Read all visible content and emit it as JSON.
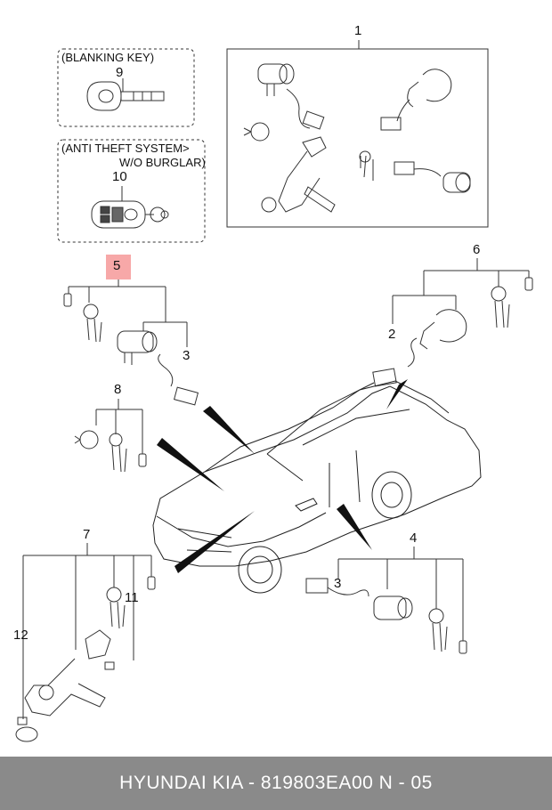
{
  "boxes": {
    "blanking": {
      "title": "(BLANKING KEY)",
      "number": "9"
    },
    "antitheft": {
      "title_line1": "(ANTI THEFT SYSTEM>",
      "title_line2": "W/O BURGLAR)",
      "number": "10"
    }
  },
  "callouts": {
    "c1": "1",
    "c2": "2",
    "c3a": "3",
    "c3b": "3",
    "c4": "4",
    "c5": "5",
    "c6": "6",
    "c7": "7",
    "c8": "8",
    "c11": "11",
    "c12": "12"
  },
  "highlight_color": "#f7a8a8",
  "footer": {
    "text": "HYUNDAI  KIA - 819803EA00     N - 05",
    "background": "#8a8a8a"
  }
}
